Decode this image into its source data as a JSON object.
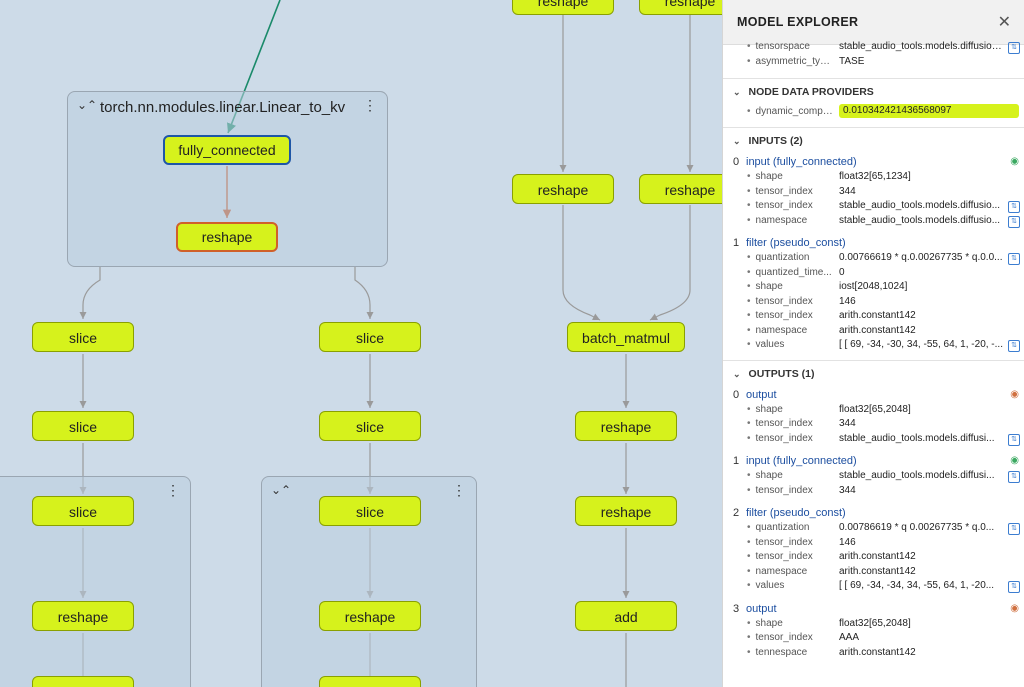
{
  "graph": {
    "groups": {
      "linear": {
        "title": "torch.nn.modules.linear.Linear_to_kv",
        "collapse": "⌄⌃",
        "menu": "⋮"
      },
      "left": {
        "collapse": "",
        "menu": "⋮"
      },
      "mid": {
        "collapse": "⌄⌃",
        "menu": "⋮"
      }
    },
    "nodes": {
      "reshape_top_a": "reshape",
      "reshape_top_b": "reshape",
      "fully_connected": "fully_connected",
      "reshape_fc": "reshape",
      "reshape_r1": "reshape",
      "reshape_r2": "reshape",
      "slice_l1": "slice",
      "slice_r1": "slice",
      "batch_matmul": "batch_matmul",
      "slice_l2": "slice",
      "slice_r2": "slice",
      "reshape_r3": "reshape",
      "slice_l3": "slice",
      "slice_r3": "slice",
      "reshape_r4": "reshape",
      "reshape_l4": "reshape",
      "reshape_m4": "reshape",
      "add": "add"
    }
  },
  "panel": {
    "title": "MODEL EXPLORER",
    "close_icon": "close-icon",
    "attrs": [
      {
        "k": "tensorspace",
        "v": "stable_audio_tools.models.diffusion..."
      },
      {
        "k": "asymmetric_typs...",
        "v": "TASE"
      }
    ],
    "providers": {
      "header": "NODE DATA PROVIDERS",
      "row": {
        "k": "dynamic_compa...",
        "v": "0.010342421436568097"
      }
    },
    "inputs": {
      "header": "INPUTS (2)",
      "items": [
        {
          "idx": "0",
          "name": "input (fully_connected)",
          "eye": "green",
          "rows": [
            {
              "k": "shape",
              "v": "float32[65,1234]"
            },
            {
              "k": "tensor_index",
              "v": "344"
            },
            {
              "k": "tensor_index",
              "v": "stable_audio_tools.models.diffusio..."
            },
            {
              "k": "namespace",
              "v": "stable_audio_tools.models.diffusio..."
            }
          ]
        },
        {
          "idx": "1",
          "name": "filter (pseudo_const)",
          "eye": "",
          "rows": [
            {
              "k": "quantization",
              "v": "0.00766619 * q.0.00267735 * q.0.0..."
            },
            {
              "k": "quantized_time...",
              "v": "0"
            },
            {
              "k": "shape",
              "v": "iost[2048,1024]"
            },
            {
              "k": "tensor_index",
              "v": "146"
            },
            {
              "k": "tensor_index",
              "v": "arith.constant142"
            },
            {
              "k": "namespace",
              "v": "arith.constant142"
            },
            {
              "k": "values",
              "v": "[ [ 69, -34, -30, 34, -55, 64, 1, -20, -..."
            }
          ]
        }
      ]
    },
    "outputs": {
      "header": "OUTPUTS (1)",
      "items": [
        {
          "idx": "0",
          "name": "output",
          "eye": "orange",
          "rows": [
            {
              "k": "shape",
              "v": "float32[65,2048]"
            },
            {
              "k": "tensor_index",
              "v": "344"
            },
            {
              "k": "tensor_index",
              "v": "stable_audio_tools.models.diffusi..."
            }
          ]
        },
        {
          "idx": "1",
          "name": "input (fully_connected)",
          "eye": "green",
          "rows": [
            {
              "k": "shape",
              "v": "stable_audio_tools.models.diffusi..."
            },
            {
              "k": "tensor_index",
              "v": "344"
            }
          ]
        },
        {
          "idx": "2",
          "name": "filter (pseudo_const)",
          "eye": "",
          "rows": [
            {
              "k": "quantization",
              "v": "0.00786619 * q 0.00267735 * q.0..."
            },
            {
              "k": "tensor_index",
              "v": "146"
            },
            {
              "k": "tensor_index",
              "v": "arith.constant142"
            },
            {
              "k": "namespace",
              "v": "arith.constant142"
            },
            {
              "k": "values",
              "v": "[ [ 69, -34, -34, 34, -55, 64, 1, -20..."
            }
          ]
        },
        {
          "idx": "3",
          "name": "output",
          "eye": "orange",
          "rows": [
            {
              "k": "shape",
              "v": "float32[65,2048]"
            },
            {
              "k": "tensor_index",
              "v": "AAA"
            },
            {
              "k": "tennespace",
              "v": "arith.constant142"
            }
          ]
        }
      ]
    }
  }
}
